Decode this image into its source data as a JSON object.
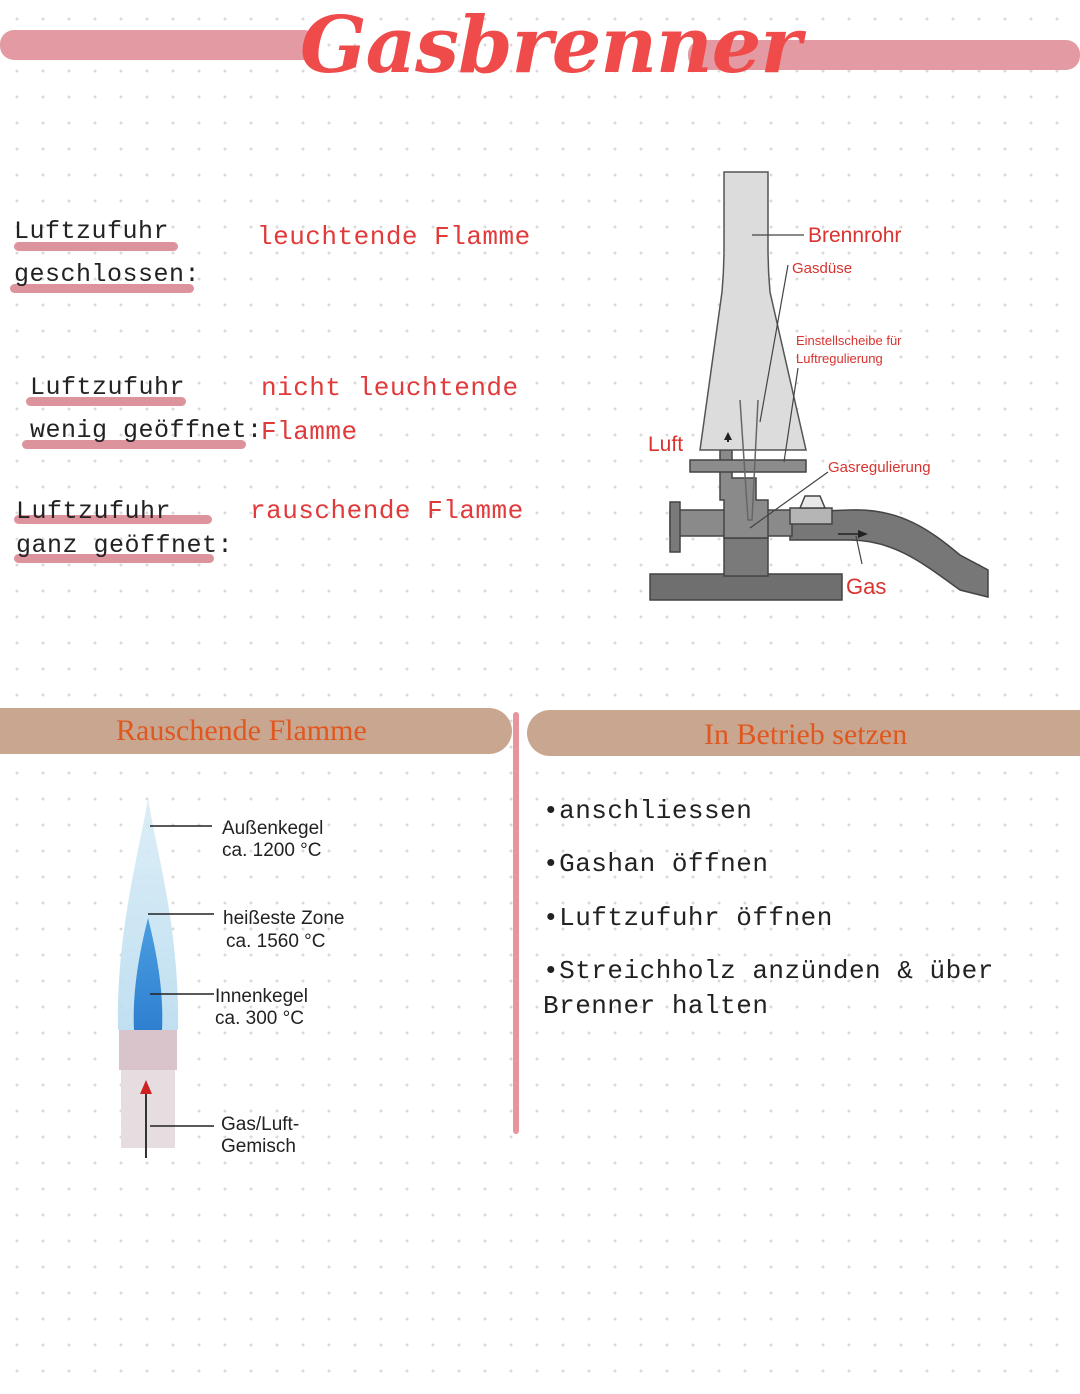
{
  "title": "Gasbrenner",
  "air_states": [
    {
      "label_line1": "Luftzufuhr",
      "label_line2": "geschlossen:",
      "flame": "leuchtende Flamme"
    },
    {
      "label_line1": "Luftzufuhr",
      "label_line2": "wenig geöffnet:",
      "flame_line1": "nicht leuchtende",
      "flame_line2": "Flamme"
    },
    {
      "label_line1": "Luftzufuhr",
      "label_line2": "ganz geöffnet:",
      "flame": "rauschende Flamme"
    }
  ],
  "burner_diagram": {
    "brennrohr": "Brennrohr",
    "gasduese": "Gasdüse",
    "einstell_line1": "Einstellscheibe für",
    "einstell_line2": "Luftregulierung",
    "luft": "Luft",
    "gasregulierung": "Gasregulierung",
    "gas": "Gas"
  },
  "flame_section": {
    "heading": "Rauschende Flamme",
    "aussen_line1": "Außenkegel",
    "aussen_line2": "ca. 1200 °C",
    "heiss_line1": "heißeste Zone",
    "heiss_line2": "ca. 1560 °C",
    "innen_line1": "Innenkegel",
    "innen_line2": "ca. 300 °C",
    "gemisch_line1": "Gas/Luft-",
    "gemisch_line2": "Gemisch"
  },
  "start_section": {
    "heading": "In Betrieb setzen",
    "steps": [
      "•anschliessen",
      "•Gashan öffnen",
      "•Luftzufuhr öffnen"
    ],
    "step4_line1": "•Streichholz anzünden & über",
    "step4_line2": "Brenner halten"
  },
  "colors": {
    "title": "#ef4b4b",
    "banner": "#c9a690",
    "banner_text": "#e0571f",
    "highlight": "#d98790",
    "label_red": "#e03a3a"
  }
}
